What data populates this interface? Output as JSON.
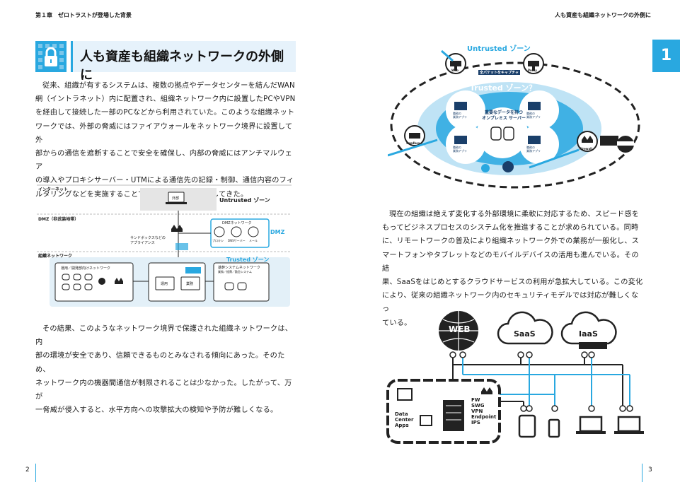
{
  "left_page": {
    "running_head": "第１章　ゼロトラストが登場した背景",
    "title": "人も資産も組織ネットワークの外側に",
    "para1": [
      "従来、組織が有するシステムは、複数の拠点やデータセンターを結んだWAN",
      "網（イントラネット）内に配置され、組織ネットワーク内に設置したPCやVPN",
      "を経由して接続した一部のPCなどから利用されていた。このような組織ネット",
      "ワークでは、外部の脅威にはファイアウォールをネットワーク境界に設置して外",
      "部からの通信を遮断することで安全を確保し、内部の脅威にはアンチマルウェア",
      "の導入やプロキシサーバー・UTMによる通信先の記録・制御、通信内容のフィ",
      "ルタリングなどを実施することで組織内の安全を担保してきた。"
    ],
    "para2": [
      "その結果、このようなネットワーク境界で保護された組織ネットワークは、内",
      "部の環境が安全であり、信頼できるものとみなされる傾向にあった。そのため、",
      "ネットワーク内の機器間通信が制限されることは少なかった。したがって、万が",
      "一脅威が侵入すると、水平方向への攻撃拡大の検知や予防が難しくなる。"
    ],
    "page_number": "2",
    "diagram": {
      "internet_label": "インターネット",
      "external_label": "外部",
      "untrusted_label": "Untrusted ゾーン",
      "dmz_zone_label": "DMZ（非武装地帯）",
      "sandbox_label": "サンドボックスなどの\nアプライアンス",
      "dmz_network_label": "DMZネットワーク",
      "dmz_badge": "DMZ",
      "proxy_label": "プロキシ",
      "dns_label": "DNSサーバー",
      "mail_label": "メール",
      "org_network_label": "組織ネットワーク",
      "trusted_label": "Trusted ゾーン",
      "ops_network_label": "運用／開発部向けネットワーク",
      "mission_label": "基幹システムネットワーク",
      "mission_sub": "業務／経費／勤怠システム",
      "ops_label": "運用",
      "biz_label": "業務"
    }
  },
  "right_page": {
    "running_head": "人も資産も組織ネットワークの外側に",
    "chapter_tab": "1",
    "para": [
      "現在の組織は絶えず変化する外部環境に柔軟に対応するため、スピード感を",
      "もってビジネスプロセスのシステム化を推進することが求められている。同時",
      "に、リモートワークの普及により組織ネットワーク外での業務が一般化し、ス",
      "マートフォンやタブレットなどのモバイルデバイスの活用も進んでいる。その結",
      "果、SaaSをはじめとするクラウドサービスの利用が急拡大している。この変化",
      "により、従来の組織ネットワーク内のセキュリティモデルでは対応が難しくなっ",
      "ている。"
    ],
    "page_number": "3",
    "diagram_top": {
      "untrusted_label": "Untrusted ゾーン",
      "trusted_label": "Trusted ゾーン？",
      "web_label": "Web",
      "proxy_label": "Proxy",
      "sandbox_label": "Sandbox",
      "firewall_label": "Firewall",
      "capture_label": "全パケットをキャプチャ",
      "center_label": "重要なデータを持つ\nオンプレミス サーバー",
      "app_label": "職務の\n業務アプリ"
    },
    "diagram_bottom": {
      "web_label": "WEB",
      "saas_label": "SaaS",
      "iaas_label": "IaaS",
      "dc_label": "Data\nCenter\nApps",
      "services_label": "FW\nSWG\nVPN\nEndpoint\nIPS"
    }
  },
  "colors": {
    "accent": "#29a8e0",
    "light_zone": "#e3f0f8",
    "ink": "#1a1a1a"
  }
}
